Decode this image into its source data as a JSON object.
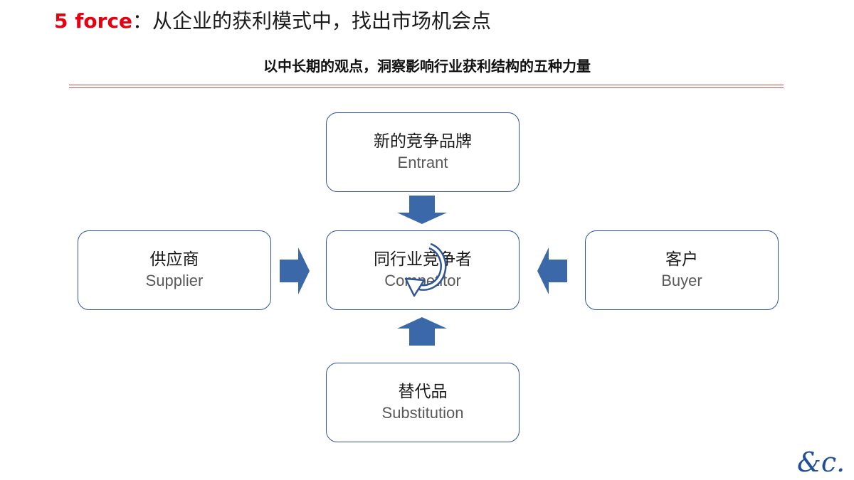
{
  "header": {
    "title_accent": "5 force",
    "title_rest": "：从企业的获利模式中，找出市场机会点",
    "subtitle": "以中长期的观点，洞察影响行业获利结构的五种力量"
  },
  "forces": {
    "entrant": {
      "zh": "新的竞争品牌",
      "en": "Entrant"
    },
    "supplier": {
      "zh": "供应商",
      "en": "Supplier"
    },
    "competitor": {
      "zh": "同行业竞争者",
      "en": "Competitor"
    },
    "buyer": {
      "zh": "客户",
      "en": "Buyer"
    },
    "substitution": {
      "zh": "替代品",
      "en": "Substitution"
    }
  },
  "icons": {
    "center": "cycle-arrow-icon",
    "arrows": "block-arrow-icon",
    "logo": "&c."
  },
  "colors": {
    "accent": "#e60012",
    "rule": "#e64545",
    "box_border": "#2f5597",
    "arrow_fill": "#3a68a8",
    "logo": "#1f4e9a"
  }
}
